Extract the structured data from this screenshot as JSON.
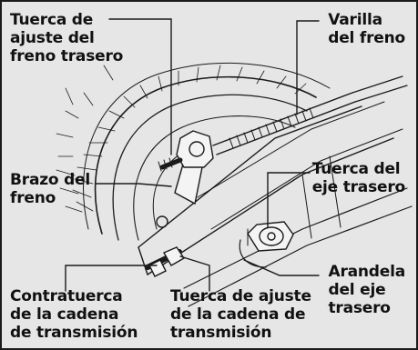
{
  "labels": {
    "rear_brake_adjusting_nut": [
      "Tuerca de",
      "ajuste del",
      "freno trasero"
    ],
    "brake_rod": [
      "Varilla",
      "del freno"
    ],
    "brake_arm": [
      "Brazo del",
      "freno"
    ],
    "rear_axle_nut": [
      "Tuerca del",
      "eje trasero"
    ],
    "rear_axle_washer": [
      "Arandela",
      "del eje",
      "trasero"
    ],
    "drive_chain_lock_nut": [
      "Contratuerca",
      "de la cadena",
      "de transmisión"
    ],
    "drive_chain_adjusting_nut": [
      "Tuerca de ajuste",
      "de la cadena de",
      "transmisión"
    ]
  },
  "colors": {
    "background": "#e6e6e6",
    "line_art": "#1a1a1a",
    "border": "#1a1a1a",
    "metal_light": "#f4f4f4"
  }
}
